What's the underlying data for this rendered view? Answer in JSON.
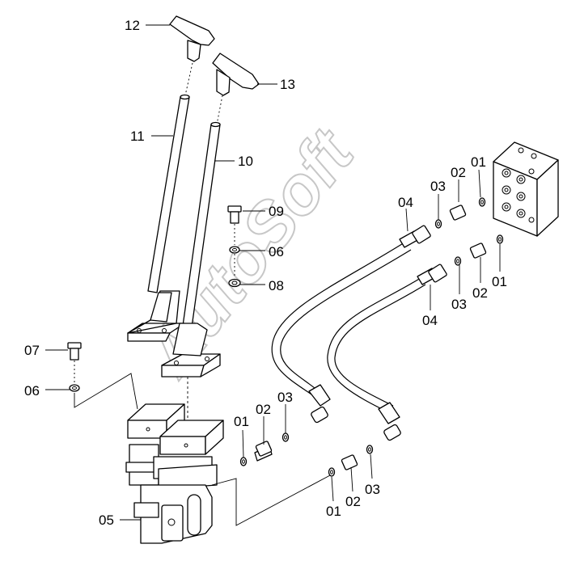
{
  "watermark": "AutoSoft",
  "callouts": {
    "c12": "12",
    "c13": "13",
    "c11": "11",
    "c10": "10",
    "c09": "09",
    "c06a": "06",
    "c08": "08",
    "c07": "07",
    "c06b": "06",
    "c05": "05",
    "c04a": "04",
    "c03a": "03",
    "c02a": "02",
    "c01a": "01",
    "c01b": "01",
    "c02b": "02",
    "c03b": "03",
    "c04b": "04",
    "c01c": "01",
    "c02c": "02",
    "c03c": "03",
    "c01d": "01",
    "c02d": "02",
    "c03d": "03"
  },
  "colors": {
    "line": "#000000",
    "watermark": "#9a9a9a",
    "background": "#ffffff"
  }
}
